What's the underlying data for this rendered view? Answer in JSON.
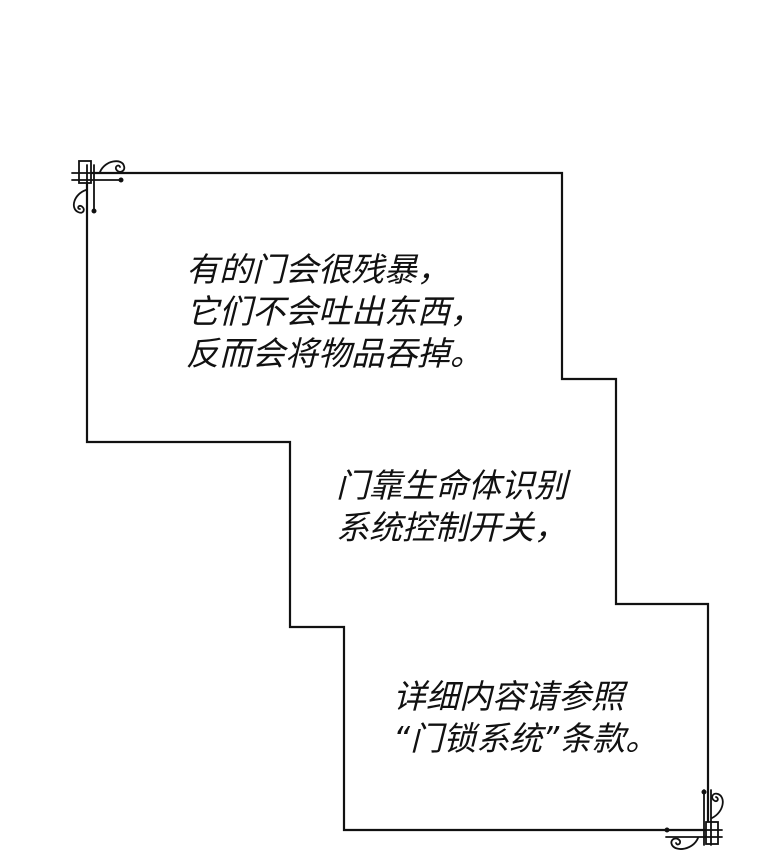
{
  "captions": [
    {
      "lines": [
        "有的门会很残暴，",
        "它们不会吐出东西，",
        "反而会将物品吞掉。"
      ]
    },
    {
      "lines": [
        "门靠生命体识别",
        "系统控制开关，"
      ]
    },
    {
      "lines": [
        "详细内容请参照",
        "“门锁系统”条款。"
      ]
    }
  ],
  "colors": {
    "background": "#ffffff",
    "border": "#111111",
    "text": "#111111"
  },
  "ornaments": [
    "corner-ornament-top-left",
    "corner-ornament-bottom-right"
  ]
}
